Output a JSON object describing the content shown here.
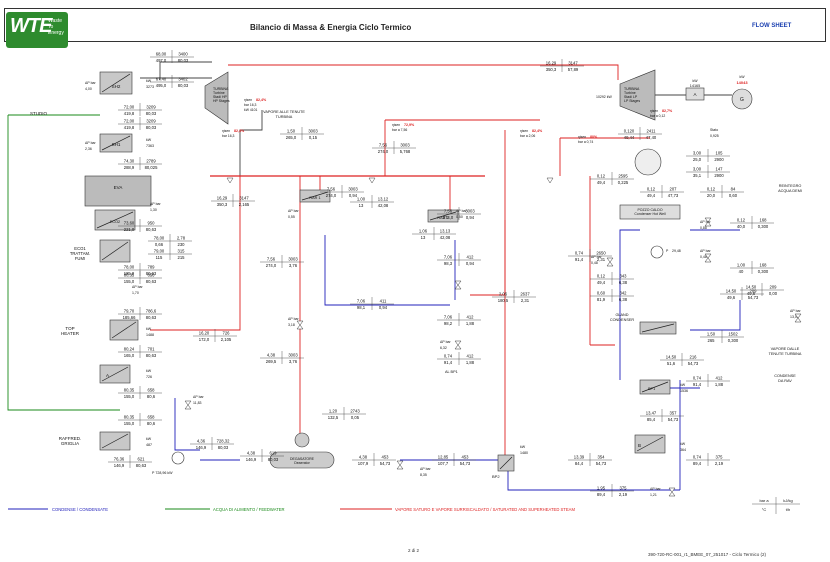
{
  "header": {
    "logo_text": "WTE",
    "logo_sub": "Waste To Energy",
    "title": "Bilancio di Massa & Energia Ciclo Termico",
    "flow_sheet": "FLOW SHEET"
  },
  "footer": {
    "page": "2 di 2",
    "doc_ref": "390-720-RC-001_r1_BMEE_07_251017 - Ciclo Termico (2)"
  },
  "legend": {
    "condense": "CONDENSE / CONDENSATE",
    "feedwater": "ACQUA DI ALIMENTO / FEEDWATER",
    "steam": "VAPORE SATURO E VAPORE SURRISCALDATO / SATURATED AND SUPERHEATED STEAM",
    "units_p": "bar a",
    "units_h": "kJ/kg",
    "units_t": "°C",
    "units_m": "t/h"
  },
  "equipment": {
    "sh2": "SH2",
    "sh1": "SH1",
    "eva": "EVA",
    "eco2": "ECO2",
    "eco1": "ECO1\nTRATTAM.\nFUMI",
    "top_heater": "TOP\nHEATER",
    "eco_a": "A",
    "raffred": "RAFFRED.\nGRIGLIA",
    "degasatore": "DEGASATORE\nDeaerator",
    "turbina_hp": "TURBINA\nTurbine\nStadi HP\nHP Stages",
    "turbina_lp": "TURBINA\nTurbine\nStadi LP\nLP Stages",
    "gen_a": "A",
    "gen_g": "G",
    "rar1": "RAR 1",
    "rar2": "RAR 2",
    "pozzo_caldo": "POZZO CALDO\nCondenser Hot Well",
    "gland_condenser": "GLAND\nCONDENSER",
    "bp1": "BP1",
    "bp2": "BP2",
    "b_hx": "B",
    "studio": "STUDIO",
    "vapore_tenute": "VAPORE ALLE TENUTE\nTURBINA",
    "vapore_dalle": "VAPORE DALLE\nTENUTE TURBINA",
    "condense_rav": "CONDENSE\nDA RAV",
    "reintegro": "REINTEGRO\nACQUA DEMI",
    "al_bp1": "AL BP1"
  },
  "streams": [
    {
      "a": "68,00",
      "b": "3400",
      "c": "497,0",
      "d": "80,03"
    },
    {
      "a": "67,40",
      "b": "3402",
      "c": "495,0",
      "d": "80,03"
    },
    {
      "a": "72,00",
      "b": "3209",
      "c": "419,8",
      "d": "80,03"
    },
    {
      "a": "72,00",
      "b": "3209",
      "c": "419,8",
      "d": "80,03"
    },
    {
      "a": "74,30",
      "b": "2789",
      "c": "288,9",
      "d": "80,025"
    },
    {
      "a": "16,29",
      "b": "3147",
      "c": "350,3",
      "d": "57,89"
    },
    {
      "a": "0,120",
      "b": "2411",
      "c": "49,44",
      "d": "47,40"
    },
    {
      "a": "3,00",
      "b": "105",
      "c": "25,0",
      "d": "2900"
    },
    {
      "a": "3,00",
      "b": "147",
      "c": "35,1",
      "d": "2900"
    },
    {
      "a": "0,12",
      "b": "2595",
      "c": "49,4",
      "d": "0,225"
    },
    {
      "a": "0,12",
      "b": "207",
      "c": "49,4",
      "d": "47,73"
    },
    {
      "a": "0,12",
      "b": "84",
      "c": "20,0",
      "d": "0,60"
    },
    {
      "a": "7,56",
      "b": "3003",
      "c": "274,0",
      "d": "0,94"
    },
    {
      "a": "1,00",
      "b": "13,12",
      "c": "13",
      "d": "42,08"
    },
    {
      "a": "7,56",
      "b": "3003",
      "c": "274,0",
      "d": "0,94"
    },
    {
      "a": "7,06",
      "b": "411",
      "c": "98,1",
      "d": "0,94"
    },
    {
      "a": "1,06",
      "b": "13,13",
      "c": "13",
      "d": "42,08"
    },
    {
      "a": "7,56",
      "b": "3003",
      "c": "274,0",
      "d": "3,76"
    },
    {
      "a": "7,06",
      "b": "412",
      "c": "98,3",
      "d": "0,94"
    },
    {
      "a": "7,06",
      "b": "412",
      "c": "98,2",
      "d": "1,88"
    },
    {
      "a": "2,06",
      "b": "2637",
      "c": "180,5",
      "d": "2,31"
    },
    {
      "a": "0,74",
      "b": "2650",
      "c": "91,4",
      "d": "2,31"
    },
    {
      "a": "14,50",
      "b": "216",
      "c": "51,6",
      "d": "54,73"
    },
    {
      "a": "13,47",
      "b": "357",
      "c": "85,4",
      "d": "54,73"
    },
    {
      "a": "13,39",
      "b": "354",
      "c": "84,4",
      "d": "54,73"
    },
    {
      "a": "12,85",
      "b": "453",
      "c": "107,7",
      "d": "54,73"
    },
    {
      "a": "4,38",
      "b": "619",
      "c": "146,9",
      "d": "80,03"
    },
    {
      "a": "4,36",
      "b": "728,32",
      "c": "146,9",
      "d": "80,03"
    },
    {
      "a": "76,36",
      "b": "621",
      "c": "146,9",
      "d": "80,63"
    },
    {
      "a": "80,35",
      "b": "658",
      "c": "155,0",
      "d": "80,6"
    },
    {
      "a": "80,35",
      "b": "658",
      "c": "155,0",
      "d": "80,6"
    },
    {
      "a": "80,24",
      "b": "701",
      "c": "165,0",
      "d": "80,63"
    },
    {
      "a": "79,70",
      "b": "786,6",
      "c": "185,66",
      "d": "80,63"
    },
    {
      "a": "78,00",
      "b": "789",
      "c": "185,0",
      "d": "80,63"
    },
    {
      "a": "73,60",
      "b": "950",
      "c": "221,0",
      "d": "80,63"
    },
    {
      "a": "16,20",
      "b": "726",
      "c": "172,0",
      "d": "2,105"
    },
    {
      "a": "16,29",
      "b": "3147",
      "c": "350,3",
      "d": "2,165"
    },
    {
      "a": "4,38",
      "b": "3003",
      "c": "269,5",
      "d": "3,76"
    },
    {
      "a": "1,20",
      "b": "2743",
      "c": "132,5",
      "d": "0,05"
    },
    {
      "a": "1,50",
      "b": "3003",
      "c": "265,0",
      "d": "0,15"
    },
    {
      "a": "7,56",
      "b": "3003",
      "c": "274,0",
      "d": "5,768"
    },
    {
      "a": "0,12",
      "b": "343",
      "c": "49,4",
      "d": "6,38"
    },
    {
      "a": "0,60",
      "b": "342",
      "c": "81,9",
      "d": "6,38"
    },
    {
      "a": "14,50",
      "b": "209",
      "c": "49,6",
      "d": "54,73"
    },
    {
      "a": "0,12",
      "b": "168",
      "c": "40,0",
      "d": "0,300"
    },
    {
      "a": "1,00",
      "b": "168",
      "c": "40",
      "d": "0,300"
    },
    {
      "a": "14,50",
      "b": "209",
      "c": "49,6",
      "d": "0,00"
    },
    {
      "a": "1,50",
      "b": "1502",
      "c": "265",
      "d": "0,300"
    },
    {
      "a": "0,74",
      "b": "412",
      "c": "91,4",
      "d": "1,88"
    },
    {
      "a": "0,74",
      "b": "375",
      "c": "89,4",
      "d": "2,19"
    },
    {
      "a": "1,95",
      "b": "375",
      "c": "89,4",
      "d": "2,19"
    },
    {
      "a": "4,38",
      "b": "453",
      "c": "107,9",
      "d": "54,73"
    },
    {
      "a": "0,74",
      "b": "412",
      "c": "91,4",
      "d": "1,88"
    },
    {
      "a": "80,35",
      "b": "656",
      "c": "155,0",
      "d": "80,63"
    },
    {
      "a": "78,00",
      "b": "2,78",
      "c": "0,66",
      "d": "230"
    },
    {
      "a": "79,00",
      "b": "315",
      "c": "115",
      "d": "215"
    }
  ],
  "duties": [
    {
      "label": "kW",
      "value": "3273"
    },
    {
      "label": "kW",
      "value": "7363"
    },
    {
      "label": "kW",
      "value": "1488"
    },
    {
      "label": "kW",
      "value": "726"
    },
    {
      "label": "kW",
      "value": "487"
    },
    {
      "label": "kW",
      "value": "1480"
    },
    {
      "label": "kW",
      "value": "1536"
    },
    {
      "label": "kW",
      "value": "364"
    },
    {
      "label": "kW",
      "value": "14165"
    },
    {
      "label": "kW",
      "value": "14043"
    }
  ],
  "dp_labels": [
    {
      "t": "ΔP bar",
      "v": "4,00"
    },
    {
      "t": "ΔP bar",
      "v": "2,36"
    },
    {
      "t": "ΔP bar",
      "v": "1,30"
    },
    {
      "t": "ΔP bar",
      "v": "1,70"
    },
    {
      "t": "ΔP bar",
      "v": "0,55"
    },
    {
      "t": "ΔP bar",
      "v": "0,50"
    },
    {
      "t": "ΔP bar",
      "v": "3,18"
    },
    {
      "t": "ΔP bar",
      "v": "11,83"
    },
    {
      "t": "ΔP bar",
      "v": "0,48"
    },
    {
      "t": "ΔP bar",
      "v": "6,32"
    },
    {
      "t": "ΔP bar",
      "v": "0,48"
    },
    {
      "t": "ΔP bar",
      "v": "0,88"
    },
    {
      "t": "ΔP bar",
      "v": "13,00"
    },
    {
      "t": "ΔP bar",
      "v": "1,21"
    },
    {
      "t": "ΔP bar",
      "v": "8,35"
    }
  ],
  "efficiencies": [
    {
      "eta": "ηisen",
      "val": "82,4%",
      "bar": "bar 16,3",
      "kw": "kW 4101"
    },
    {
      "eta": "ηisen",
      "val": "82,4%",
      "bar": "bar 16,3"
    },
    {
      "eta": "ηisen",
      "val": "72,9%",
      "bar": "bar a 7,56"
    },
    {
      "eta": "ηisen",
      "val": "82,4%",
      "bar": "bar a 2,06"
    },
    {
      "eta": "ηisen",
      "val": "80%",
      "bar": "bar a 0,74"
    },
    {
      "eta": "ηisen",
      "val": "82,7%",
      "bar": "bar a 0,12"
    }
  ],
  "misc": {
    "turb_lp_flow": "10292 kW",
    "gen_kw": "14165",
    "gen_out": "14043",
    "stato": "Stato",
    "stato_val": "0,925",
    "pump_p": "P",
    "pump_val": "29,48",
    "pump_kw": "kW",
    "pump_fw": "P 728,96 kW"
  }
}
